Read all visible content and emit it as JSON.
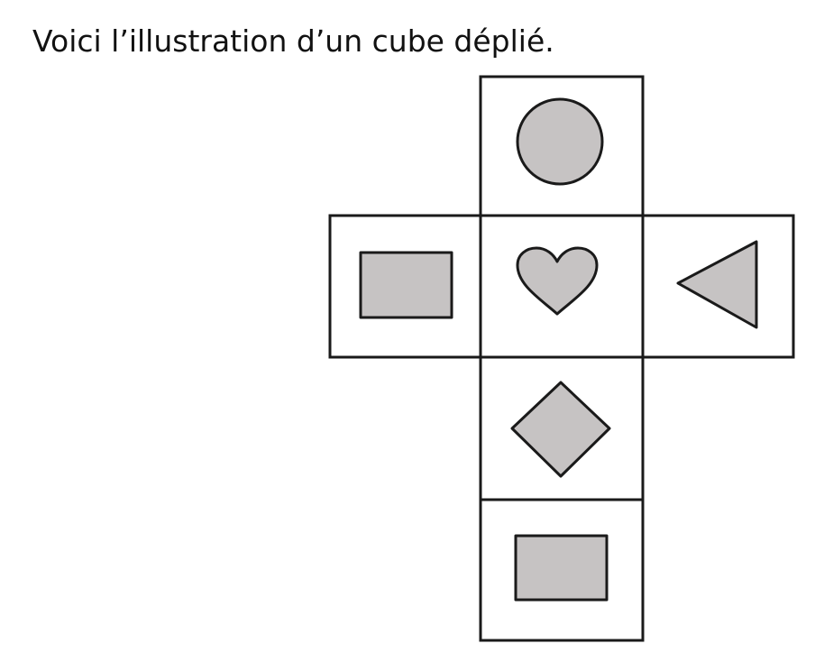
{
  "caption": "Voici l’illustration d’un cube déplié.",
  "colors": {
    "background": "#ffffff",
    "outline": "#1a1a1a",
    "shape_fill": "#c6c3c3"
  },
  "faces": [
    {
      "name": "face-top",
      "shape": "circle"
    },
    {
      "name": "face-left",
      "shape": "rectangle"
    },
    {
      "name": "face-center",
      "shape": "heart"
    },
    {
      "name": "face-right",
      "shape": "triangle"
    },
    {
      "name": "face-lower",
      "shape": "diamond"
    },
    {
      "name": "face-bottom",
      "shape": "rectangle"
    }
  ]
}
